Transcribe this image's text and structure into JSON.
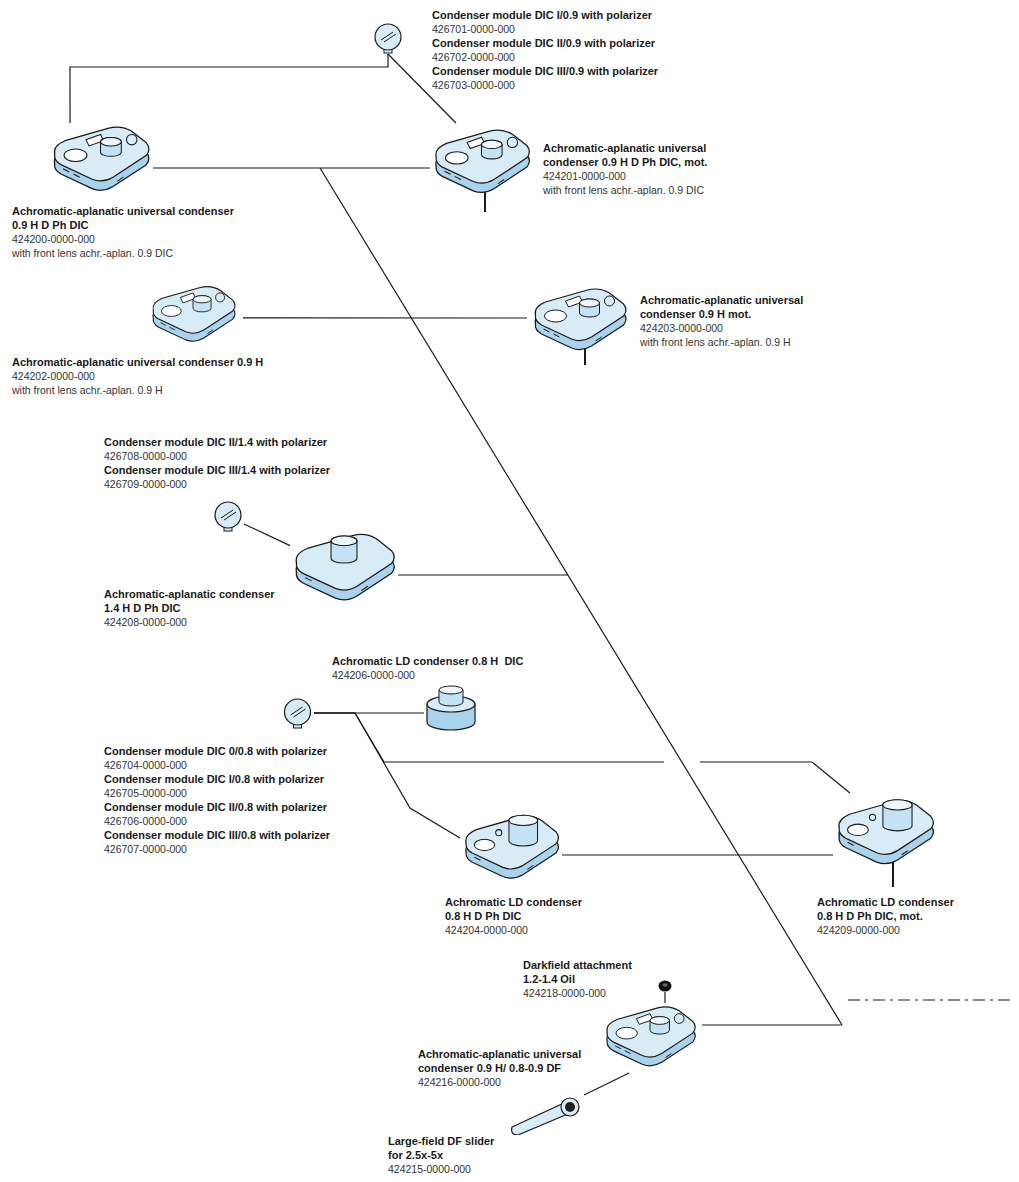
{
  "diagram": {
    "nodes": [
      {
        "text": [
          "Condenser module DIC I/0.9 with polarizer",
          "426701-0000-000",
          "Condenser module DIC II/0.9 with polarizer",
          "426702-0000-000",
          "Condenser module DIC III/0.9 with polarizer",
          "426703-0000-000"
        ]
      },
      {
        "text": [
          "Achromatic-aplanatic universal condenser 0.9 H D Ph DIC",
          "424200-0000-000",
          "with front lens achr.-aplan. 0.9 DIC"
        ]
      },
      {
        "text": [
          "Achromatic-aplanatic universal condenser 0.9 H D Ph DIC, mot.",
          "424201-0000-000",
          "with front lens achr.-aplan. 0.9 DIC"
        ]
      },
      {
        "text": [
          "Achromatic-aplanatic universal condenser 0.9 H",
          "424202-0000-000",
          "with front lens achr.-aplan. 0.9 H"
        ]
      },
      {
        "text": [
          "Achromatic-aplanatic universal condenser 0.9 H mot.",
          "424203-0000-000",
          "with front lens achr.-aplan. 0.9 H"
        ]
      },
      {
        "text": [
          "Condenser module DIC II/1.4 with polarizer",
          "426708-0000-000",
          "Condenser module DIC III/1.4 with polarizer",
          "426709-0000-000"
        ]
      },
      {
        "text": [
          "Achromatic-aplanatic condenser 1.4 H D Ph DIC",
          "424208-0000-000"
        ]
      },
      {
        "text": [
          "Achromatic LD condenser 0.8 H  DIC",
          "424206-0000-000"
        ]
      },
      {
        "text": [
          "Condenser module DIC 0/0.8 with polarizer",
          "426704-0000-000",
          "Condenser module DIC I/0.8 with polarizer",
          "426705-0000-000",
          "Condenser module DIC II/0.8 with polarizer",
          "426706-0000-000",
          "Condenser module DIC III/0.8 with polarizer",
          "426707-0000-000"
        ]
      },
      {
        "text": [
          "Achromatic LD condenser 0.8 H D Ph DIC",
          "424204-0000-000"
        ]
      },
      {
        "text": [
          "Achromatic LD condenser 0.8 H D Ph DIC, mot.",
          "424209-0000-000"
        ]
      },
      {
        "text": [
          "Darkfield attachment 1.2-1.4 Oil",
          "424218-0000-000"
        ]
      },
      {
        "text": [
          "Achromatic-aplanatic universal condenser 0.9 H/ 0.8-0.9 DF",
          "424216-0000-000"
        ]
      },
      {
        "text": [
          "Large-field DF slider for 2.5x-5x",
          "424215-0000-000"
        ]
      }
    ],
    "edges": [
      {
        "from": 0,
        "to": 1,
        "arrow": "none"
      },
      {
        "from": 0,
        "to": 2,
        "arrow": "none"
      },
      {
        "from": 1,
        "to": 2,
        "arrow": "none"
      },
      {
        "from": 3,
        "to": 4,
        "arrow": "none"
      },
      {
        "from": 5,
        "to": 6,
        "arrow": "none"
      },
      {
        "from": 8,
        "to": 7,
        "arrow": "none"
      },
      {
        "from": 8,
        "to": 9,
        "arrow": "none"
      },
      {
        "from": 8,
        "to": 10,
        "arrow": "none"
      },
      {
        "from": 9,
        "to": 10,
        "arrow": "none"
      },
      {
        "from": 11,
        "to": 12,
        "arrow": "none"
      },
      {
        "from": 13,
        "to": 12,
        "arrow": "none"
      }
    ]
  }
}
